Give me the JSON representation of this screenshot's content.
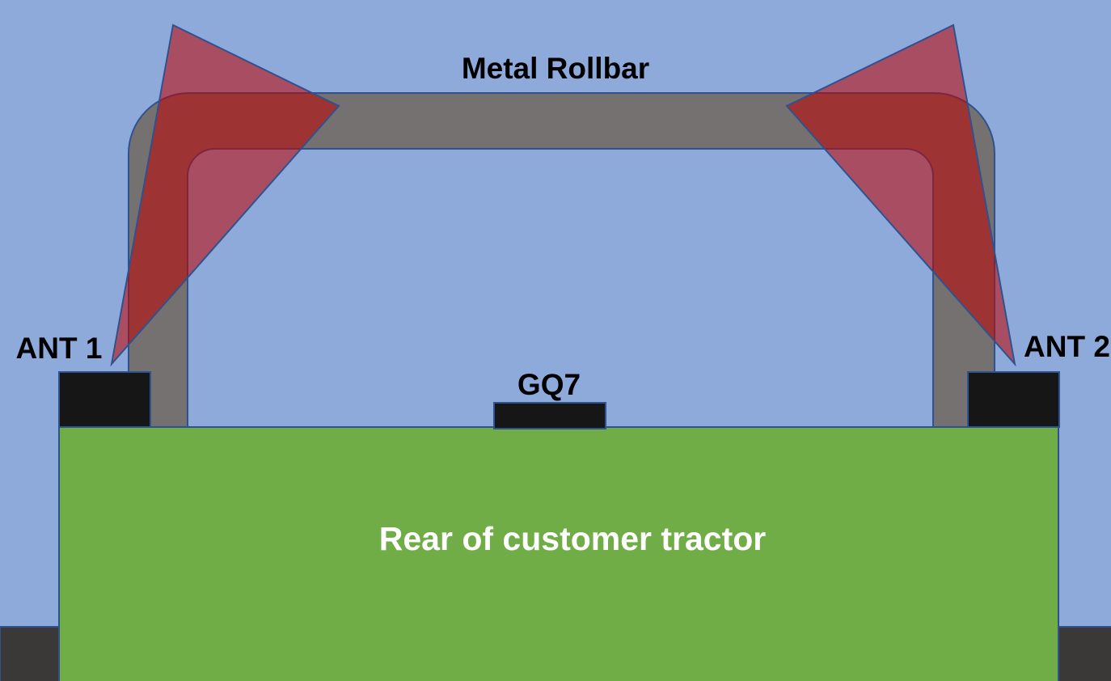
{
  "labels": {
    "rollbar": "Metal Rollbar",
    "antenna_left": "ANT 1",
    "antenna_right": "ANT 2",
    "receiver": "GQ7",
    "tractor": "Rear of customer tractor"
  },
  "colors": {
    "background": "#8eaadb",
    "rollbar": "#767171",
    "tractor_body": "#70ad47",
    "antenna": "#161616",
    "receiver": "#161616",
    "wheel": "#3b3838",
    "signal_wedge": "#c00000",
    "outline": "#2f528f"
  },
  "icons": {
    "antenna_left": "antenna-icon",
    "antenna_right": "antenna-icon",
    "signal_left": "signal-wedge-icon",
    "signal_right": "signal-wedge-icon"
  }
}
